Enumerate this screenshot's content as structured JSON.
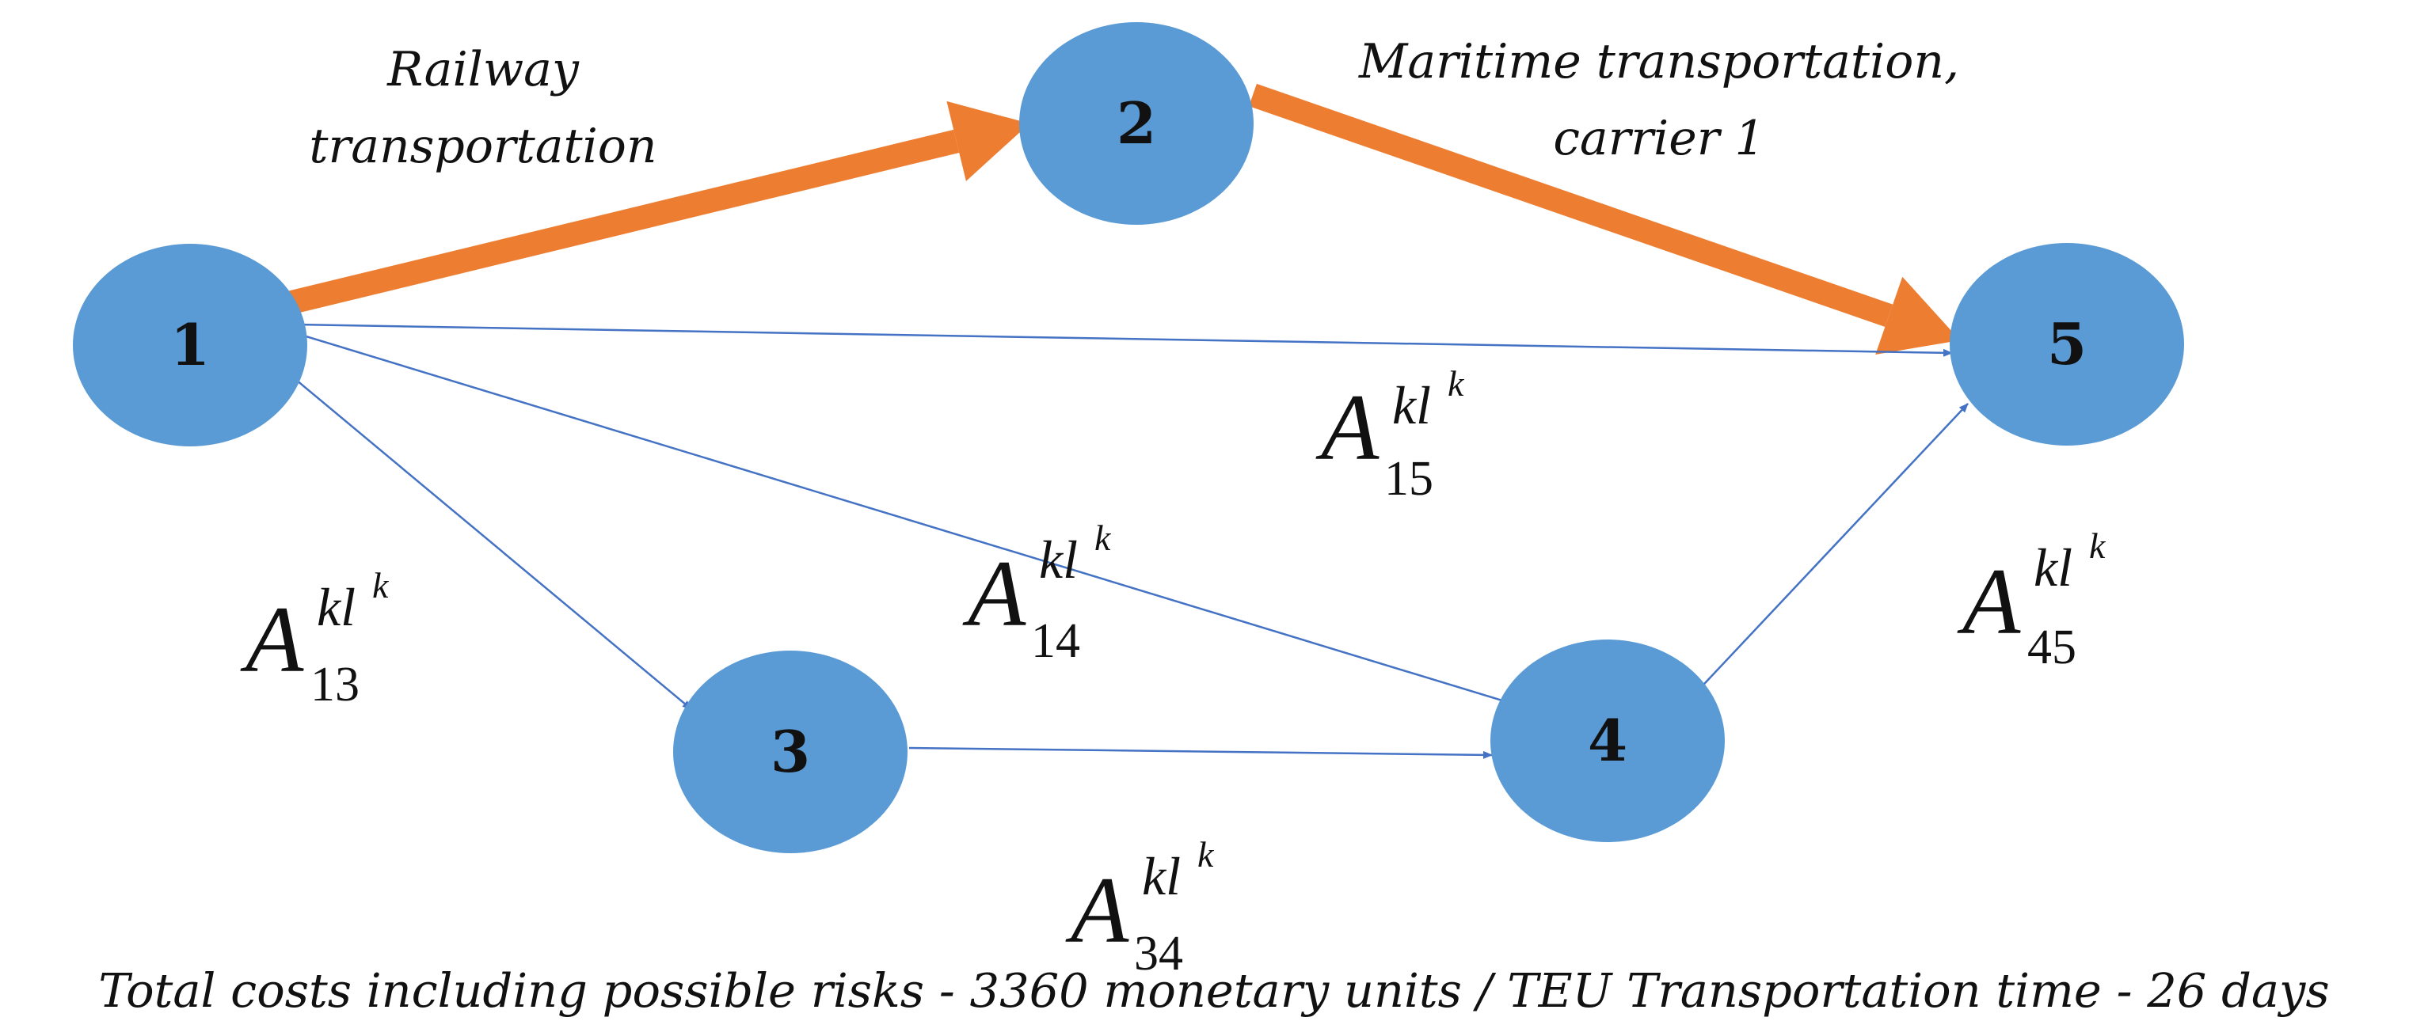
{
  "colors": {
    "node_fill": "#5b9bd5",
    "thin_edge": "#4472c4",
    "bold_edge": "#ed7d31",
    "text": "#111111"
  },
  "nodes": [
    {
      "id": "1",
      "label": "1"
    },
    {
      "id": "2",
      "label": "2"
    },
    {
      "id": "3",
      "label": "3"
    },
    {
      "id": "4",
      "label": "4"
    },
    {
      "id": "5",
      "label": "5"
    }
  ],
  "edges": [
    {
      "from": "1",
      "to": "2",
      "style": "bold"
    },
    {
      "from": "2",
      "to": "5",
      "style": "bold"
    },
    {
      "from": "1",
      "to": "5",
      "style": "thin"
    },
    {
      "from": "1",
      "to": "4",
      "style": "thin"
    },
    {
      "from": "1",
      "to": "3",
      "style": "thin"
    },
    {
      "from": "3",
      "to": "4",
      "style": "thin"
    },
    {
      "from": "4",
      "to": "5",
      "style": "thin"
    }
  ],
  "captions": {
    "railway_line1": "Railway",
    "railway_line2": "transportation",
    "maritime_line1": "Maritime transportation,",
    "maritime_line2": "carrier 1"
  },
  "edge_symbols": [
    {
      "id": "a15",
      "main": "A",
      "sup": "kl",
      "supk": "k",
      "sub": "15"
    },
    {
      "id": "a14",
      "main": "A",
      "sup": "kl",
      "supk": "k",
      "sub": "14"
    },
    {
      "id": "a13",
      "main": "A",
      "sup": "kl",
      "supk": "k",
      "sub": "13"
    },
    {
      "id": "a45",
      "main": "A",
      "sup": "kl",
      "supk": "k",
      "sub": "45"
    },
    {
      "id": "a34",
      "main": "A",
      "sup": "kl",
      "supk": "k",
      "sub": "34"
    }
  ],
  "footer": "Total costs including possible risks - 3360 monetary units / TEU Transportation time - 26 days"
}
